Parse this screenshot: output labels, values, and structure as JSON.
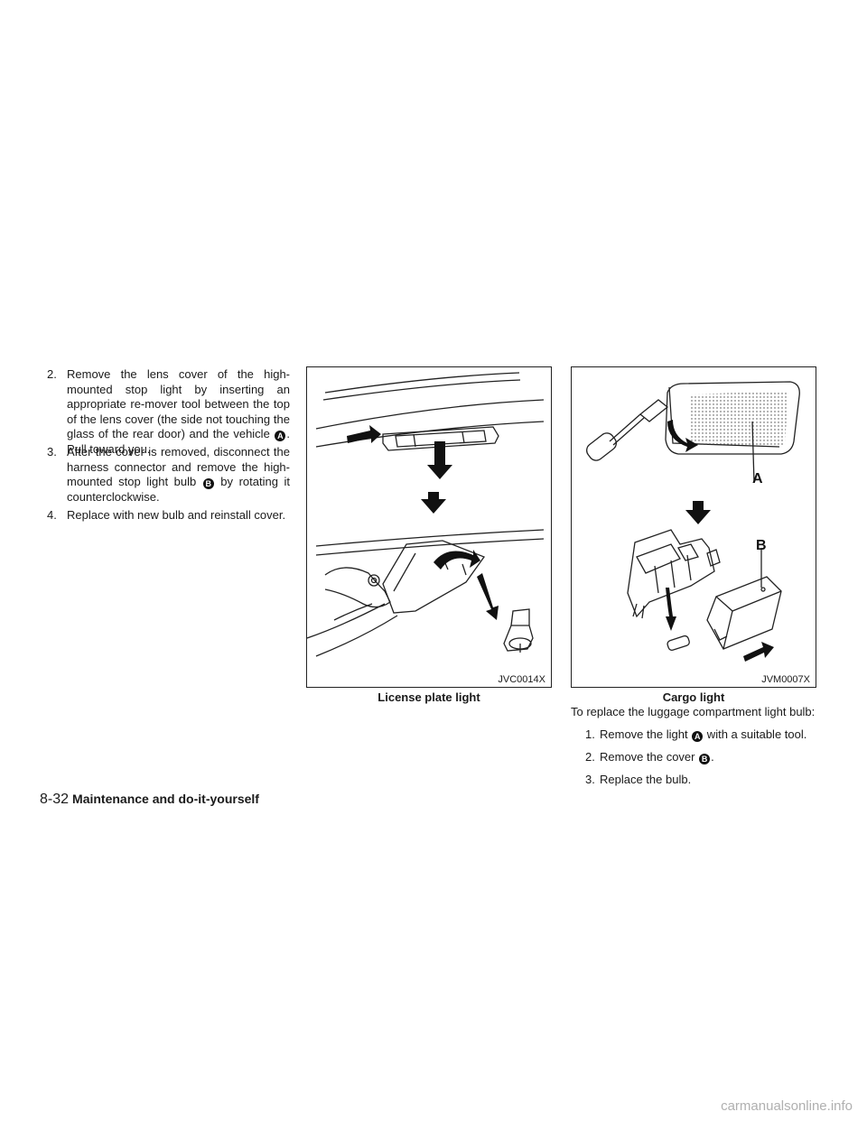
{
  "left_steps": [
    {
      "num": "2.",
      "text_before": "Remove the lens cover of the high-mounted stop light by inserting an appropriate re-mover tool between the top of the lens cover (the side not touching the glass of the rear door) and the vehicle",
      "callout": "A",
      "text_after": ". Pull toward you."
    },
    {
      "num": "3.",
      "text_before": "After the cover is removed, disconnect the harness connector and remove the high-mounted stop light bulb",
      "callout": "B",
      "text_after": " by rotating it counterclockwise."
    },
    {
      "num": "4.",
      "text_before": "Replace with new bulb and reinstall cover.",
      "callout": "",
      "text_after": ""
    }
  ],
  "figures": [
    {
      "code": "JVC0014X",
      "caption": "License plate light"
    },
    {
      "code": "JVM0007X",
      "caption": "Cargo light",
      "label_a": "A",
      "label_b": "B"
    }
  ],
  "right_intro": "To replace the luggage compartment light bulb:",
  "right_steps": [
    {
      "num": "1.",
      "text_before": "Remove the light",
      "callout": "A",
      "text_after": " with a suitable tool."
    },
    {
      "num": "2.",
      "text_before": "Remove the cover",
      "callout": "B",
      "text_after": "."
    },
    {
      "num": "3.",
      "text_before": "Replace the bulb.",
      "callout": "",
      "text_after": ""
    }
  ],
  "footer": {
    "page": "8-32",
    "section": "Maintenance and do-it-yourself"
  },
  "watermark": "carmanualsonline.info"
}
